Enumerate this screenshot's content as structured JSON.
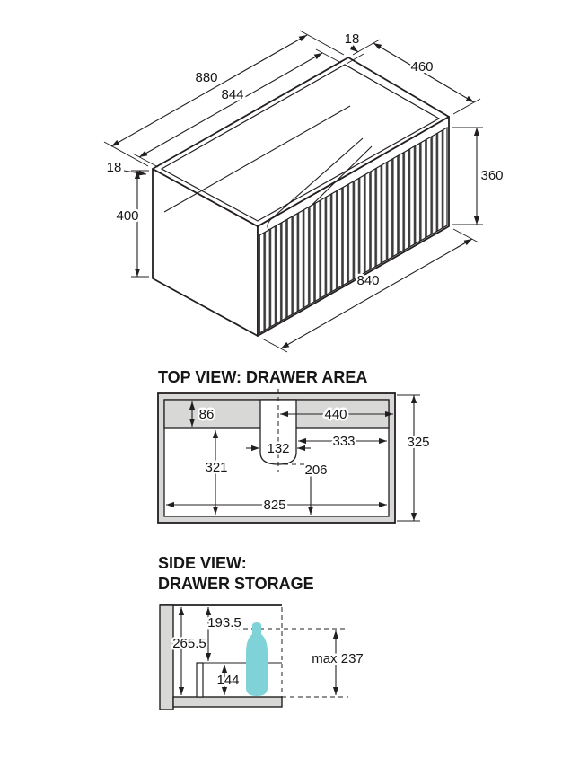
{
  "drawing": {
    "background": "#ffffff",
    "line_color": "#231f20",
    "wall_fill": "#d8d8d7",
    "accent_fill": "#7fd2d7"
  },
  "isometric_view": {
    "dim_top_panel_thickness": "18",
    "dim_overall_width": "880",
    "dim_internal_width": "844",
    "dim_depth": "460",
    "dim_side_panel_thickness": "18",
    "dim_overall_height": "400",
    "dim_front_height": "360",
    "dim_front_width": "840"
  },
  "top_view": {
    "title": "TOP VIEW: DRAWER AREA",
    "dim_back_rail_depth": "86",
    "dim_centre_to_side": "440",
    "dim_right_clear_width": "333",
    "dim_overall_depth": "325",
    "dim_cutout_width": "132",
    "dim_cutout_to_front": "206",
    "dim_left_clear_depth": "321",
    "dim_internal_width": "825"
  },
  "side_view": {
    "title_line_1": "SIDE VIEW:",
    "title_line_2": "DRAWER STORAGE",
    "dim_top_clearance": "193.5",
    "dim_internal_height": "265.5",
    "dim_drawer_internal_depth": "144",
    "dim_max_item_height": "max 237"
  }
}
